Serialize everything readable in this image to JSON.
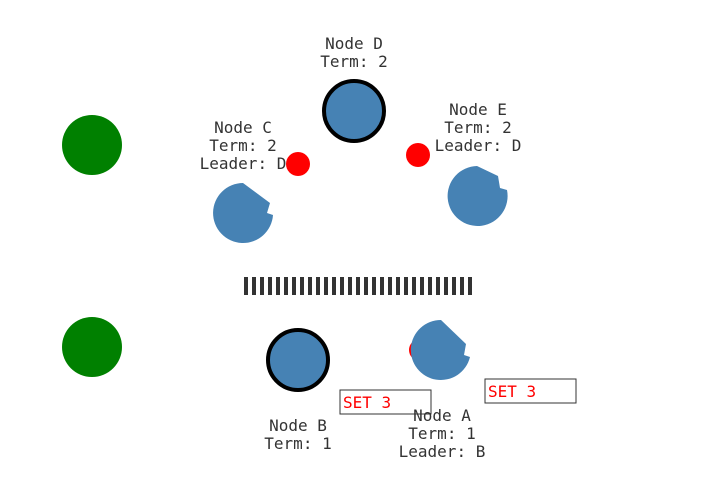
{
  "colors": {
    "node": "#4682b4",
    "leader_stroke": "#000000",
    "client": "#008000",
    "message": "#ff0000",
    "partition": "#333333",
    "label": "#333333",
    "set_box_stroke": "#333333",
    "set_text": "#ff0000"
  },
  "clients": [
    {
      "id": "client-top"
    },
    {
      "id": "client-bottom"
    }
  ],
  "nodes": [
    {
      "id": "D",
      "name": "Node D",
      "term": "Term: 2",
      "leader": "",
      "is_leader": true
    },
    {
      "id": "C",
      "name": "Node C",
      "term": "Term: 2",
      "leader": "Leader: D",
      "is_leader": false
    },
    {
      "id": "E",
      "name": "Node E",
      "term": "Term: 2",
      "leader": "Leader: D",
      "is_leader": false
    },
    {
      "id": "B",
      "name": "Node B",
      "term": "Term: 1",
      "leader": "",
      "is_leader": true
    },
    {
      "id": "A",
      "name": "Node A",
      "term": "Term: 1",
      "leader": "Leader: B",
      "is_leader": false
    }
  ],
  "messages": [
    {
      "id": "msg-d-to-c"
    },
    {
      "id": "msg-d-to-e"
    },
    {
      "id": "msg-a"
    }
  ],
  "set_commands": [
    {
      "id": "set-b",
      "label": "SET 3"
    },
    {
      "id": "set-a",
      "label": "SET 3"
    }
  ]
}
